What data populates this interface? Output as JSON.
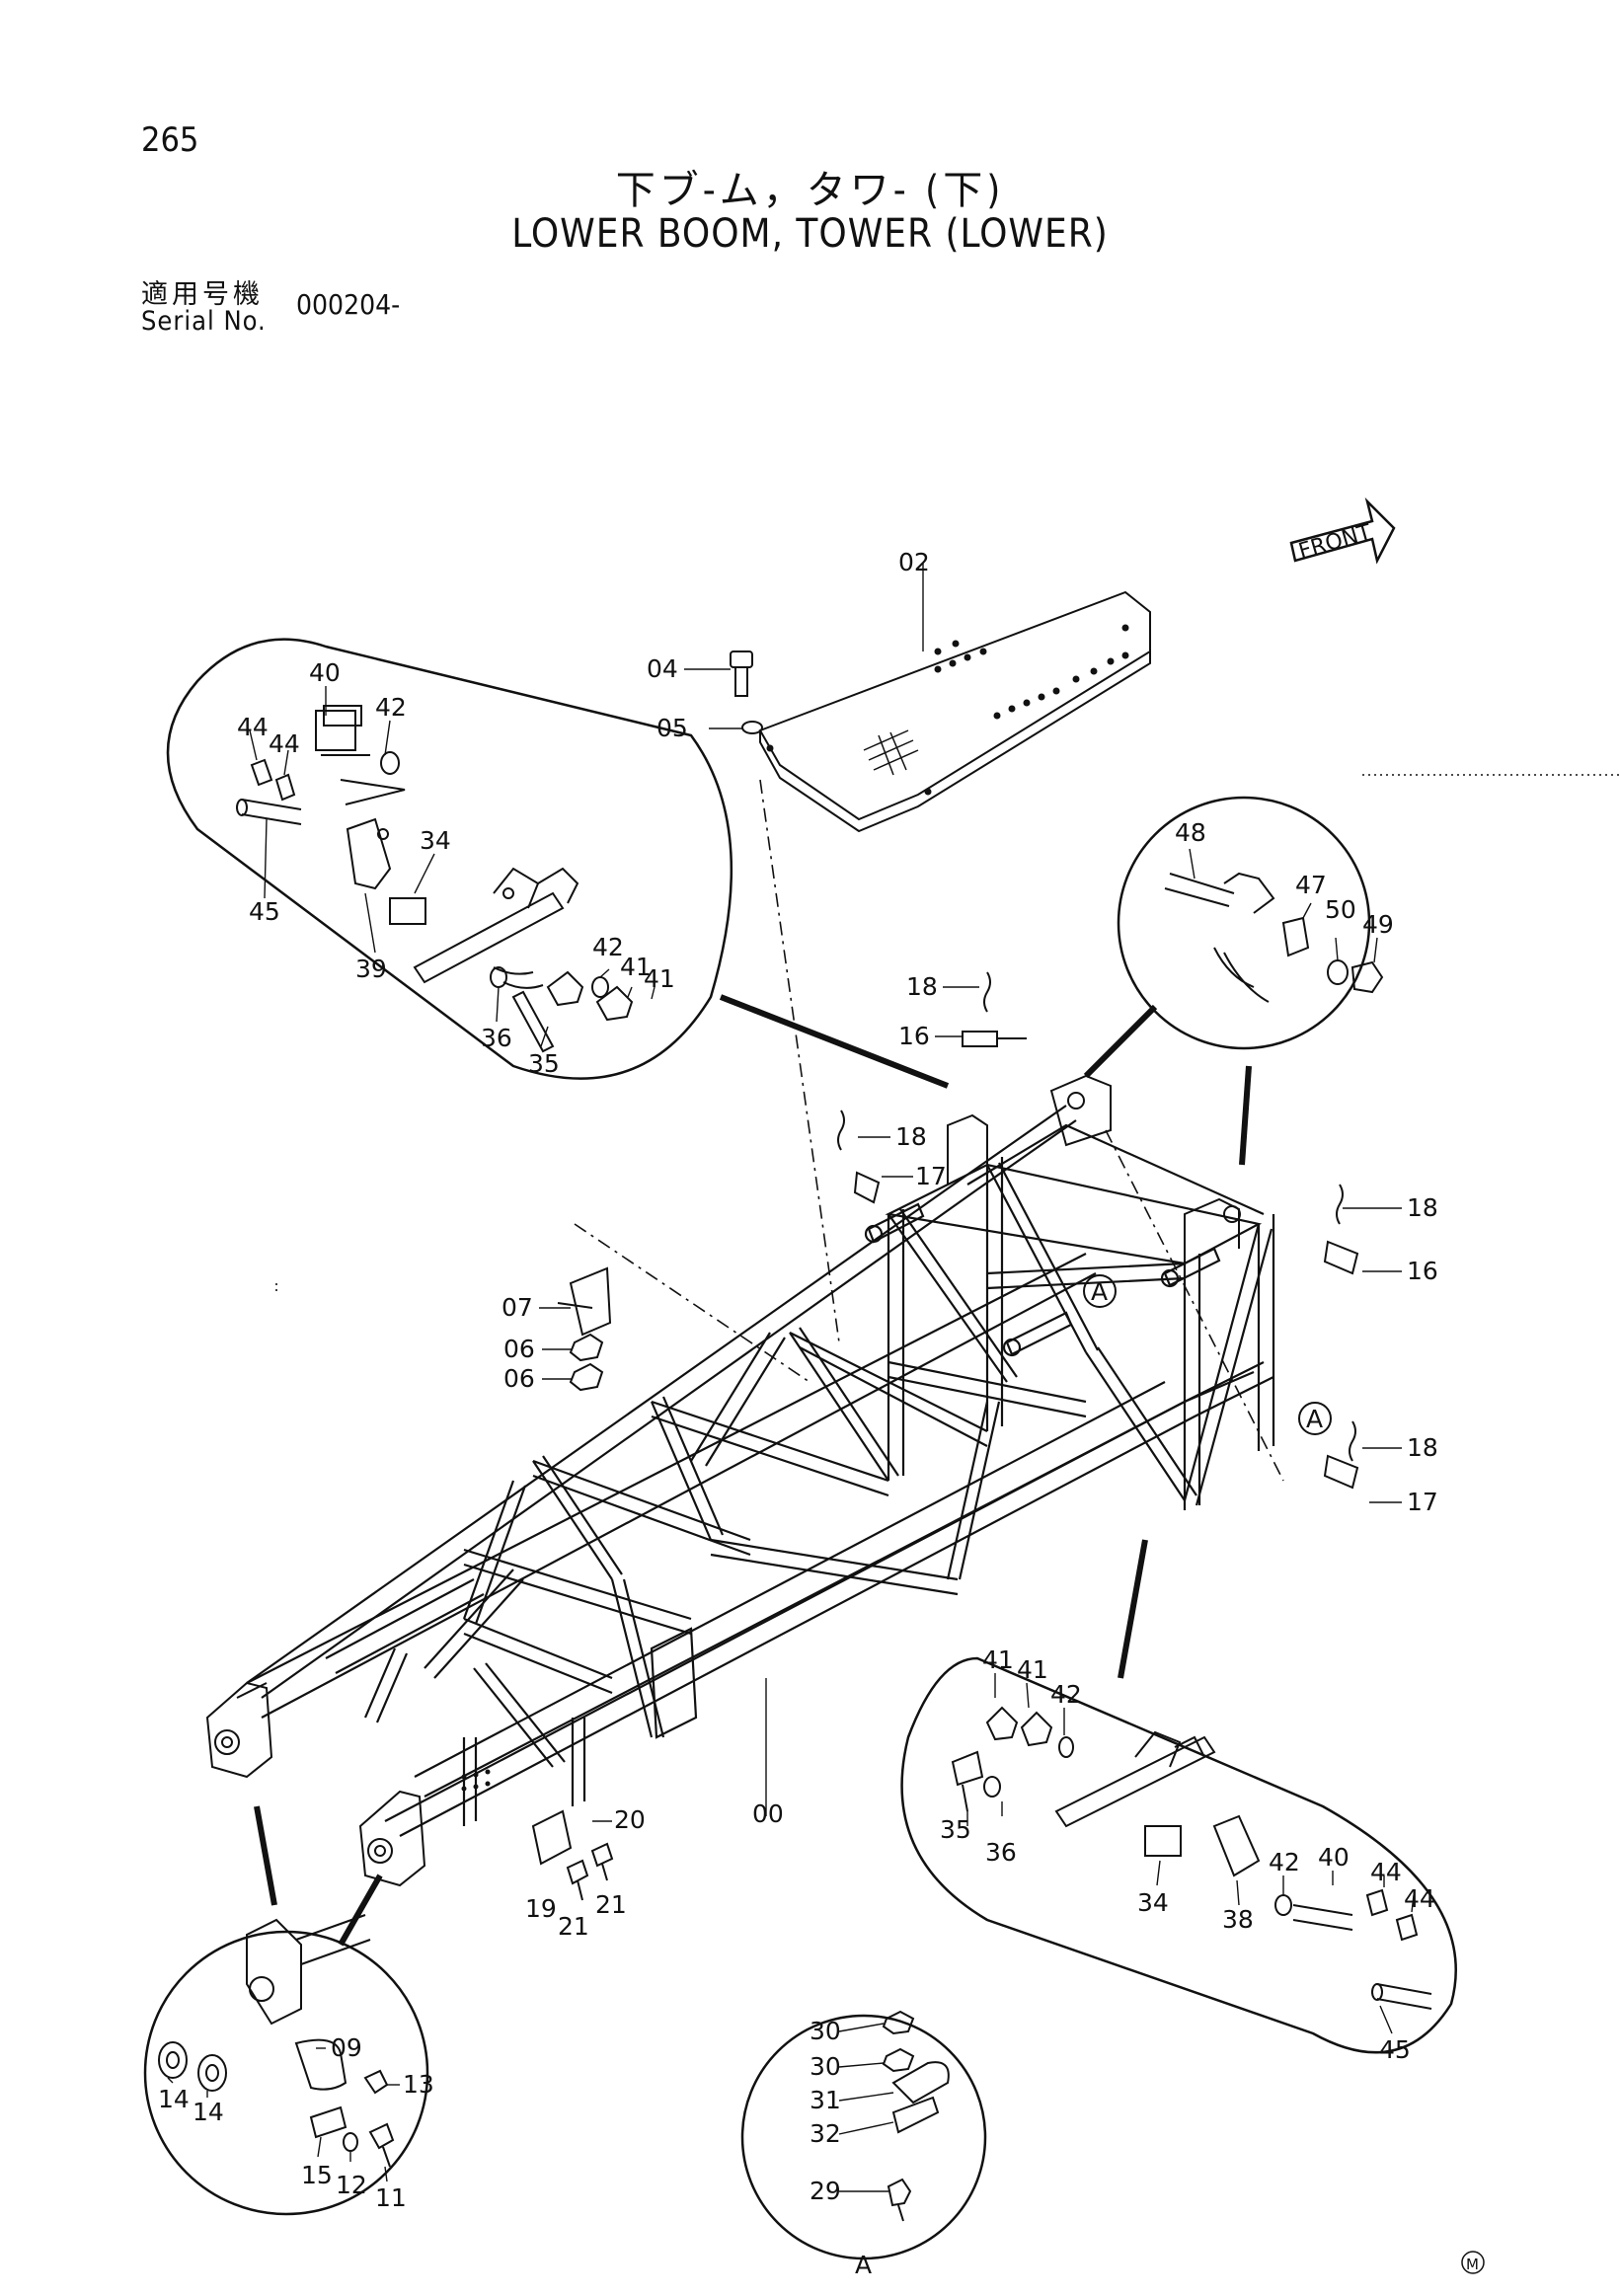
{
  "page_number": "265",
  "title_ja": "下ブ-ム，タワ- (下)",
  "title_en": "LOWER BOOM, TOWER (LOWER)",
  "serial_label_ja": "適用号機",
  "serial_label_en": "Serial No.",
  "serial_value": "000204-",
  "front_label": "FRONT",
  "callout_letter": "A",
  "corner_mark": "M",
  "part_labels": [
    {
      "id": "02",
      "text": "02"
    },
    {
      "id": "04",
      "text": "04"
    },
    {
      "id": "05",
      "text": "05"
    },
    {
      "id": "40a",
      "text": "40"
    },
    {
      "id": "42a",
      "text": "42"
    },
    {
      "id": "44a",
      "text": "44"
    },
    {
      "id": "44b",
      "text": "44"
    },
    {
      "id": "34a",
      "text": "34"
    },
    {
      "id": "45a",
      "text": "45"
    },
    {
      "id": "39",
      "text": "39"
    },
    {
      "id": "42b",
      "text": "42"
    },
    {
      "id": "41a",
      "text": "41"
    },
    {
      "id": "41b",
      "text": "41"
    },
    {
      "id": "36a",
      "text": "36"
    },
    {
      "id": "35a",
      "text": "35"
    },
    {
      "id": "48",
      "text": "48"
    },
    {
      "id": "47",
      "text": "47"
    },
    {
      "id": "50",
      "text": "50"
    },
    {
      "id": "49",
      "text": "49"
    },
    {
      "id": "18a",
      "text": "18"
    },
    {
      "id": "16a",
      "text": "16"
    },
    {
      "id": "18b",
      "text": "18"
    },
    {
      "id": "17a",
      "text": "17"
    },
    {
      "id": "18c",
      "text": "18"
    },
    {
      "id": "16b",
      "text": "16"
    },
    {
      "id": "18d",
      "text": "18"
    },
    {
      "id": "17b",
      "text": "17"
    },
    {
      "id": "07",
      "text": "07"
    },
    {
      "id": "06a",
      "text": "06"
    },
    {
      "id": "06b",
      "text": "06"
    },
    {
      "id": "00",
      "text": "00"
    },
    {
      "id": "20",
      "text": "20"
    },
    {
      "id": "19",
      "text": "19"
    },
    {
      "id": "21a",
      "text": "21"
    },
    {
      "id": "21b",
      "text": "21"
    },
    {
      "id": "41c",
      "text": "41"
    },
    {
      "id": "41d",
      "text": "41"
    },
    {
      "id": "42c",
      "text": "42"
    },
    {
      "id": "35b",
      "text": "35"
    },
    {
      "id": "36b",
      "text": "36"
    },
    {
      "id": "42d",
      "text": "42"
    },
    {
      "id": "40b",
      "text": "40"
    },
    {
      "id": "44c",
      "text": "44"
    },
    {
      "id": "44d",
      "text": "44"
    },
    {
      "id": "34b",
      "text": "34"
    },
    {
      "id": "38",
      "text": "38"
    },
    {
      "id": "45b",
      "text": "45"
    },
    {
      "id": "09",
      "text": "09"
    },
    {
      "id": "13",
      "text": "13"
    },
    {
      "id": "14a",
      "text": "14"
    },
    {
      "id": "14b",
      "text": "14"
    },
    {
      "id": "15",
      "text": "15"
    },
    {
      "id": "12",
      "text": "12"
    },
    {
      "id": "11",
      "text": "11"
    },
    {
      "id": "30a",
      "text": "30"
    },
    {
      "id": "30b",
      "text": "30"
    },
    {
      "id": "31",
      "text": "31"
    },
    {
      "id": "32",
      "text": "32"
    },
    {
      "id": "29",
      "text": "29"
    },
    {
      "id": "A_detail",
      "text": "A"
    }
  ]
}
